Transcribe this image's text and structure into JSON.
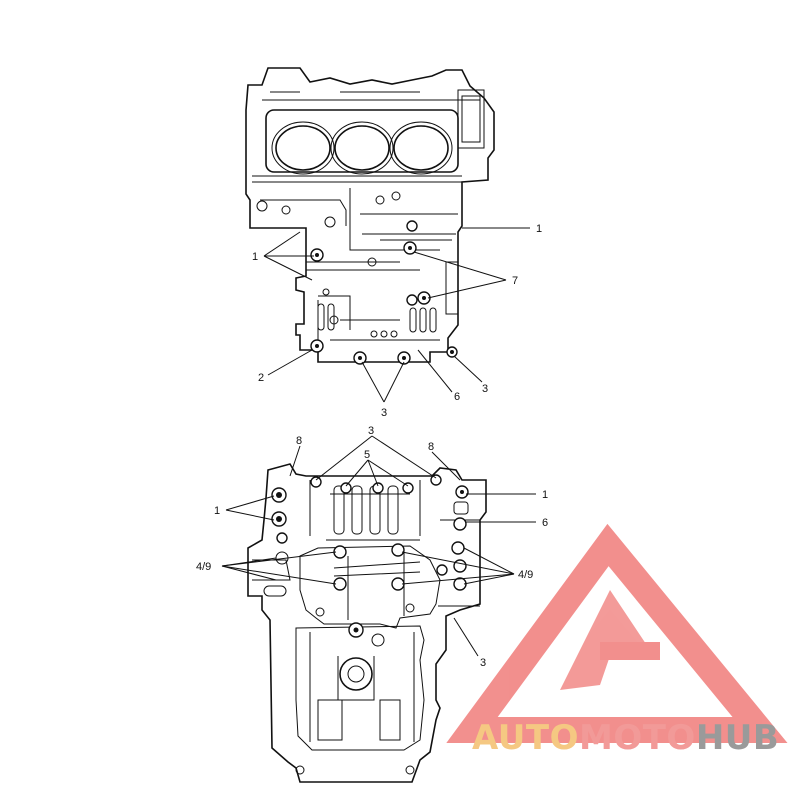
{
  "diagram": {
    "upper_view": {
      "callouts": [
        "1",
        "1",
        "7",
        "2",
        "3",
        "3",
        "6"
      ]
    },
    "lower_view": {
      "callouts": [
        "8",
        "3",
        "8",
        "5",
        "1",
        "1",
        "6",
        "4/9",
        "4/9",
        "3"
      ]
    }
  },
  "watermark": {
    "part1": "AUTO",
    "part2": "MOTO",
    "part3": "HUB",
    "color_auto": "#f5c882",
    "color_moto": "#f29a98",
    "color_hub": "#9a9a9a",
    "logo_color": "#f07c7a"
  }
}
